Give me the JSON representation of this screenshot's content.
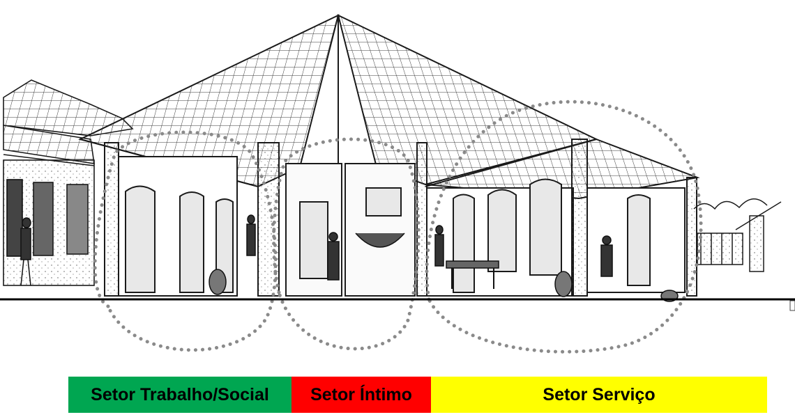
{
  "sectors": [
    {
      "label": "Setor Trabalho/Social",
      "color": "#00A651"
    },
    {
      "label": "Setor Íntimo",
      "color": "#FF0000"
    },
    {
      "label": "Setor Serviço",
      "color": "#FFFF00"
    }
  ],
  "colors": {
    "sketch_line": "#1a1a1a",
    "dotted_outline": "#8a8a8a",
    "ground_line": "#000000"
  }
}
